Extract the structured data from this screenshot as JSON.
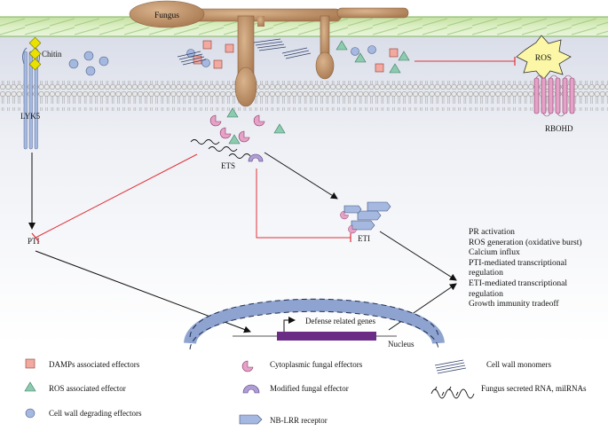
{
  "labels": {
    "fungus": "Fungus",
    "chitin": "Chitin",
    "lyk5": "LYK5",
    "ros": "ROS",
    "rbohd": "RBOHD",
    "ets": "ETS",
    "pti": "PTI",
    "eti": "ETI",
    "defense_genes": "Defense related genes",
    "nucleus": "Nucleus"
  },
  "outcomes": [
    "PR activation",
    "ROS generation (oxidative burst)",
    "Calcium influx",
    "PTI-mediated transcriptional regulation",
    "ETI-mediated transcriptional regulation",
    "Growth immunity tradeoff"
  ],
  "legend": [
    {
      "icon": "damp-square-icon",
      "label": "DAMPs associated effectors"
    },
    {
      "icon": "cytoplasmic-effector-icon",
      "label": "Cytoplasmic fungal effectors"
    },
    {
      "icon": "cell-wall-monomer-icon",
      "label": "Cell wall monomers"
    },
    {
      "icon": "ros-triangle-icon",
      "label": "ROS associated effector"
    },
    {
      "icon": "modified-effector-icon",
      "label": "Modified fungal effector"
    },
    {
      "icon": "rna-icon",
      "label": "Fungus secreted RNA, milRNAs"
    },
    {
      "icon": "cell-wall-circle-icon",
      "label": "Cell wall degrading effectors"
    },
    {
      "icon": "nblrr-receptor-icon",
      "label": "NB-LRR receptor"
    }
  ],
  "colors": {
    "cell_wall": "#d6eab8",
    "cell_wall_stripe": "#a9cf86",
    "fungus": "#c69d75",
    "damp_square": "#f2a9a0",
    "ros_triangle": "#8ccbb0",
    "cell_wall_circle": "#a5b8df",
    "effector": "#e6a1c7",
    "modified_effector": "#b19dd6",
    "receptor": "#a5b8df",
    "lyk5": "#a5b8df",
    "chitin": "#e9e100",
    "rbohd": "#e6a1c7",
    "inhibition": "#e0323a",
    "nucleus": "#a5b8df",
    "gene": "#6b2c86"
  }
}
